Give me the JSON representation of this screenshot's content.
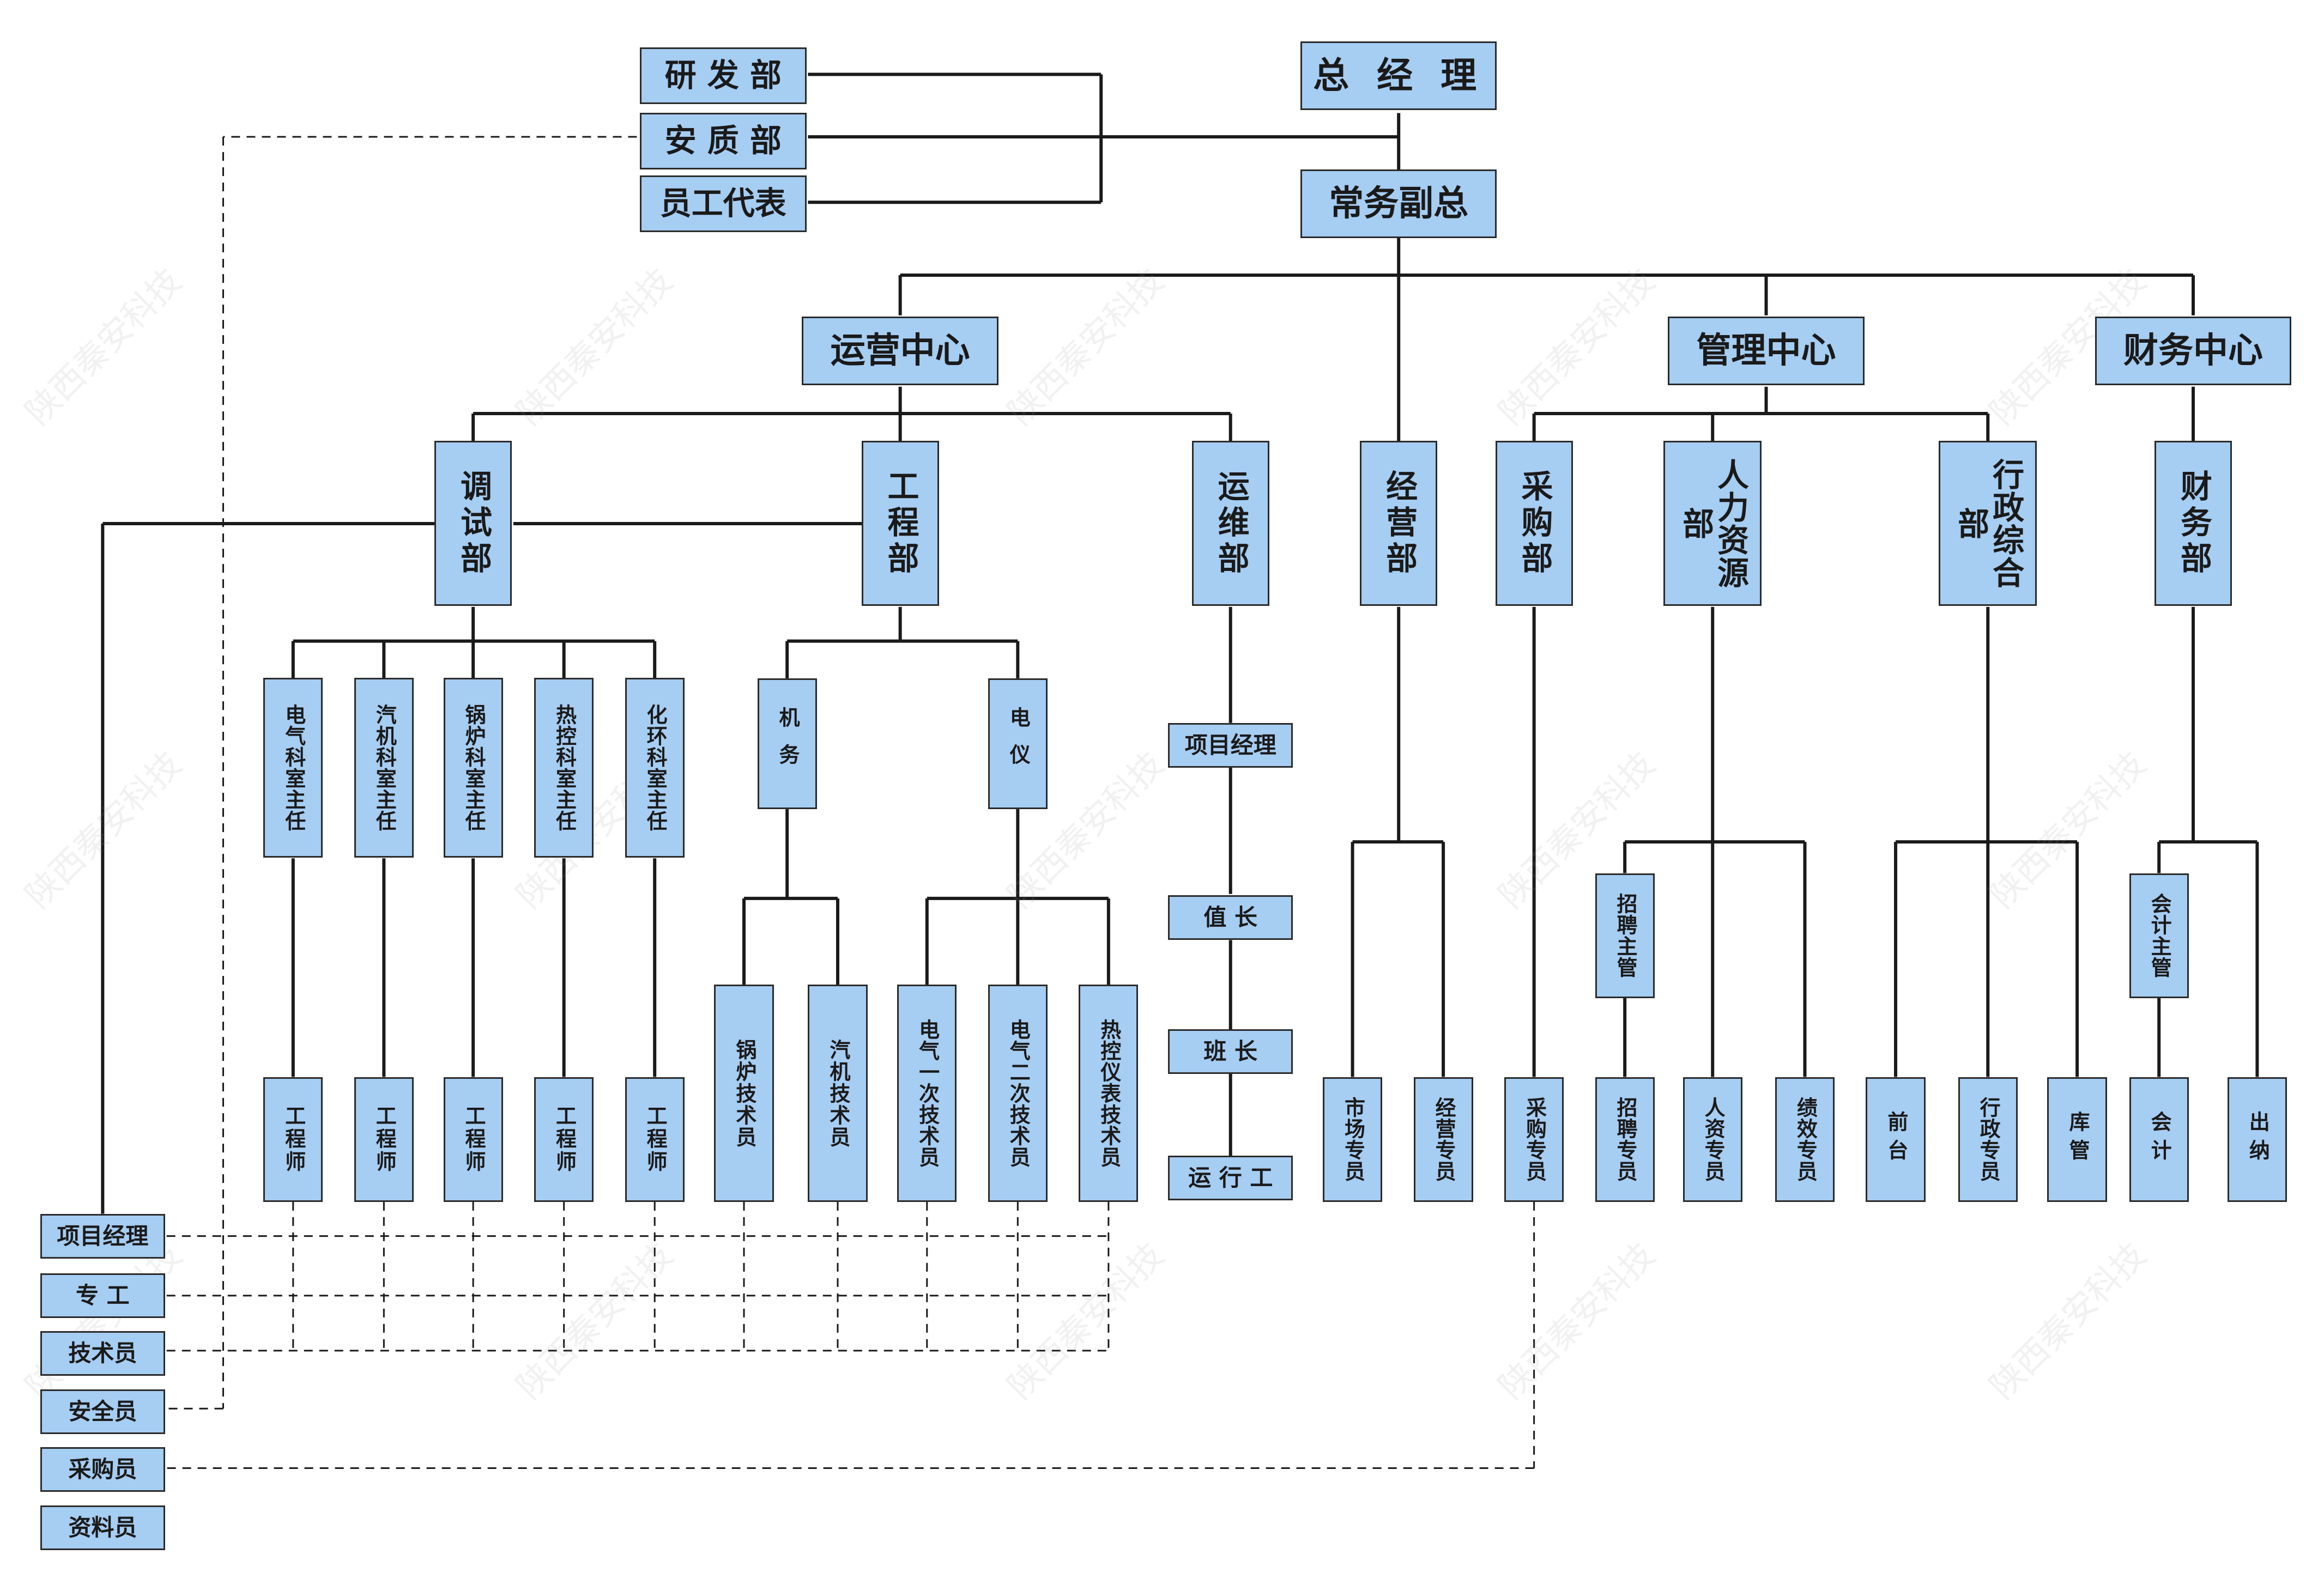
{
  "colors": {
    "box_fill": "#a6cdf2",
    "box_border": "#2b2b2b",
    "line": "#1a1a1a"
  },
  "watermark": "陕西秦安科技",
  "top": {
    "ceo": "总 经 理",
    "vp": "常务副总",
    "rd": "研 发 部",
    "qa": "安 质 部",
    "staff_rep": "员工代表"
  },
  "centers": {
    "ops": "运营中心",
    "mgmt": "管理中心",
    "fin": "财务中心"
  },
  "departments": {
    "tiaoshi": "调试部",
    "gongcheng": "工程部",
    "yunwei": "运维部",
    "jingying": "经营部",
    "caigou": "采购部",
    "renli": "人力资源部",
    "xingzheng": "行政综合部",
    "caiwu": "财务部"
  },
  "tiaoshi_roles": [
    "电气科室主任",
    "汽机科室主任",
    "锅炉科室主任",
    "热控科室主任",
    "化环科室主任"
  ],
  "engineer": "工程师",
  "gongcheng_groups": {
    "jiwu": "机务",
    "dianyi": "电仪"
  },
  "jiwu_staff": [
    "锅炉技术员",
    "汽机技术员"
  ],
  "dianyi_staff": [
    "电气一次技术员",
    "电气二次技术员",
    "热控仪表技术员"
  ],
  "yunwei_chain": [
    "项目经理",
    "值 长",
    "班 长",
    "运 行 工"
  ],
  "jingying_staff": [
    "市场专员",
    "经营专员"
  ],
  "caigou_staff": "采购专员",
  "renli_mgr": "招聘主管",
  "renli_staff": [
    "招聘专员",
    "人资专员",
    "绩效专员"
  ],
  "xingzheng_staff": [
    "前台",
    "行政专员",
    "库管"
  ],
  "caiwu_mgr": "会计主管",
  "caiwu_staff": [
    "会计",
    "出纳"
  ],
  "project_team": [
    "项目经理",
    "专 工",
    "技术员",
    "安全员",
    "采购员",
    "资料员"
  ]
}
